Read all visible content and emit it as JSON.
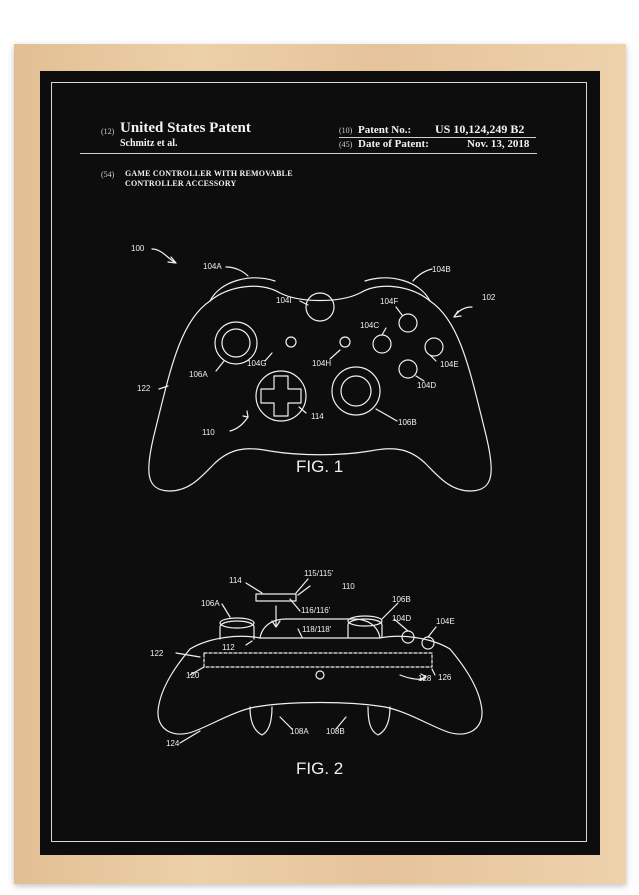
{
  "header": {
    "left_code": "(12)",
    "left_title": "United States Patent",
    "inventor": "Schmitz et al.",
    "patent_no_code": "(10)",
    "patent_no_label": "Patent No.:",
    "patent_no_value": "US 10,124,249 B2",
    "date_code": "(45)",
    "date_label": "Date of Patent:",
    "date_value": "Nov. 13, 2018",
    "title_code": "(54)",
    "title_line1": "GAME CONTROLLER WITH REMOVABLE",
    "title_line2": "CONTROLLER ACCESSORY"
  },
  "fig1": {
    "caption": "FIG. 1",
    "labels": {
      "l100": "100",
      "l104A": "104A",
      "l104B": "104B",
      "l102": "102",
      "l104I": "104I",
      "l104F": "104F",
      "l104C": "104C",
      "l104G": "104G",
      "l104H": "104H",
      "l106A": "106A",
      "l104E": "104E",
      "l104D": "104D",
      "l122": "122",
      "l110": "110",
      "l114": "114",
      "l106B": "106B"
    }
  },
  "fig2": {
    "caption": "FIG. 2",
    "labels": {
      "l114": "114",
      "l115": "115/115'",
      "l110": "110",
      "l106A": "106A",
      "l116": "116/116'",
      "l106B": "106B",
      "l104D": "104D",
      "l104E": "104E",
      "l118": "118/118'",
      "l112": "112",
      "l122": "122",
      "l120": "120",
      "l128": "128",
      "l126": "126",
      "l124": "124",
      "l108A": "108A",
      "l108B": "108B"
    }
  },
  "colors": {
    "frame": "#e6c39a",
    "poster": "#0d0d0d",
    "line": "#f0f0f0"
  }
}
